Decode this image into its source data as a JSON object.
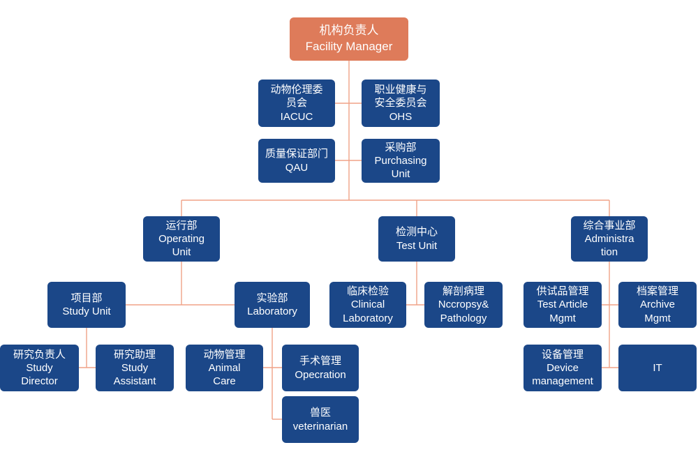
{
  "diagram": {
    "type": "org-chart",
    "title": "Facility organization chart"
  },
  "colors": {
    "root_bg": "#DE7B5A",
    "node_bg": "#1B4788",
    "line": "#F0A287",
    "text": "#FFFFFF",
    "background": "#FFFFFF"
  },
  "nodes": {
    "facility_manager": {
      "label": "机构负责人\nFacility Manager"
    },
    "iacuc": {
      "label": "动物伦理委\n员会\nIACUC"
    },
    "ohs": {
      "label": "职业健康与\n安全委员会\nOHS"
    },
    "qau": {
      "label": "质量保证部门\nQAU"
    },
    "purchasing": {
      "label": "采购部\nPurchasing\nUnit"
    },
    "operating_unit": {
      "label": "运行部\nOperating\nUnit"
    },
    "test_unit": {
      "label": "检测中心\nTest Unit"
    },
    "administration": {
      "label": "综合事业部\nAdministra\ntion"
    },
    "study_unit": {
      "label": "项目部\nStudy Unit"
    },
    "laboratory": {
      "label": "实验部\nLaboratory"
    },
    "clinical_laboratory": {
      "label": "临床检验\nClinical\nLaboratory"
    },
    "necropsy_pathology": {
      "label": "解剖病理\nNccropsy&\nPathology"
    },
    "test_article_mgmt": {
      "label": "供试品管理\nTest Article\nMgmt"
    },
    "archive_mgmt": {
      "label": "档案管理\nArchive\nMgmt"
    },
    "study_director": {
      "label": "研究负责人\nStudy\nDirector"
    },
    "study_assistant": {
      "label": "研究助理\nStudy\nAssistant"
    },
    "animal_care": {
      "label": "动物管理\nAnimal\nCare"
    },
    "operation": {
      "label": "手术管理\nOpecration"
    },
    "veterinarian": {
      "label": "兽医\nveterinarian"
    },
    "device_management": {
      "label": "设备管理\nDevice\nmanagement"
    },
    "it": {
      "label": "IT"
    }
  }
}
